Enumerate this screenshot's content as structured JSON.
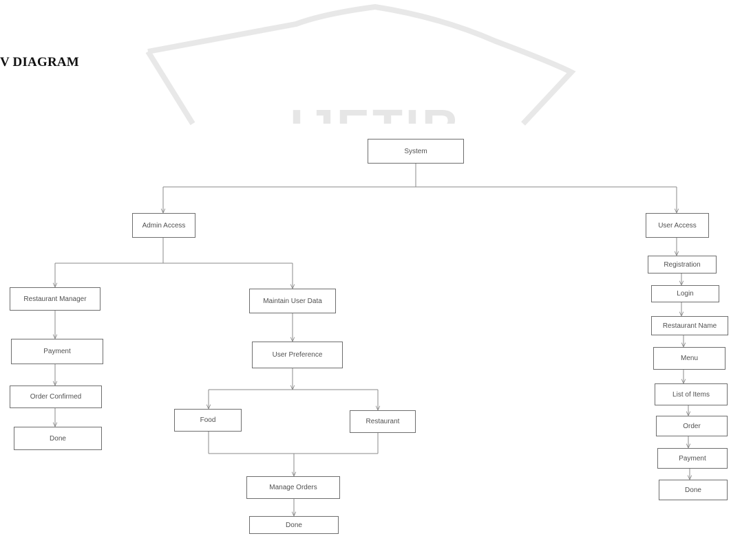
{
  "heading": "V DIAGRAM",
  "watermark": "IJETIR",
  "colors": {
    "line": "#8a8a8a",
    "border": "#6d6d6d",
    "text": "#505050",
    "watermark": "#e6e6e6"
  },
  "nodes": {
    "system": "System",
    "admin_access": "Admin Access",
    "user_access": "User Access",
    "restaurant_manager": "Restaurant Manager",
    "maintain_user_data": "Maintain User Data",
    "payment_admin": "Payment",
    "order_confirmed": "Order Confirmed",
    "done_admin": "Done",
    "user_preference": "User Preference",
    "food": "Food",
    "restaurant": "Restaurant",
    "manage_orders": "Manage Orders",
    "done_orders": "Done",
    "registration": "Registration",
    "login": "Login",
    "restaurant_name": "Restaurant Name",
    "menu": "Menu",
    "list_of_items": "List of Items",
    "order": "Order",
    "payment_user": "Payment",
    "done_user": "Done"
  }
}
